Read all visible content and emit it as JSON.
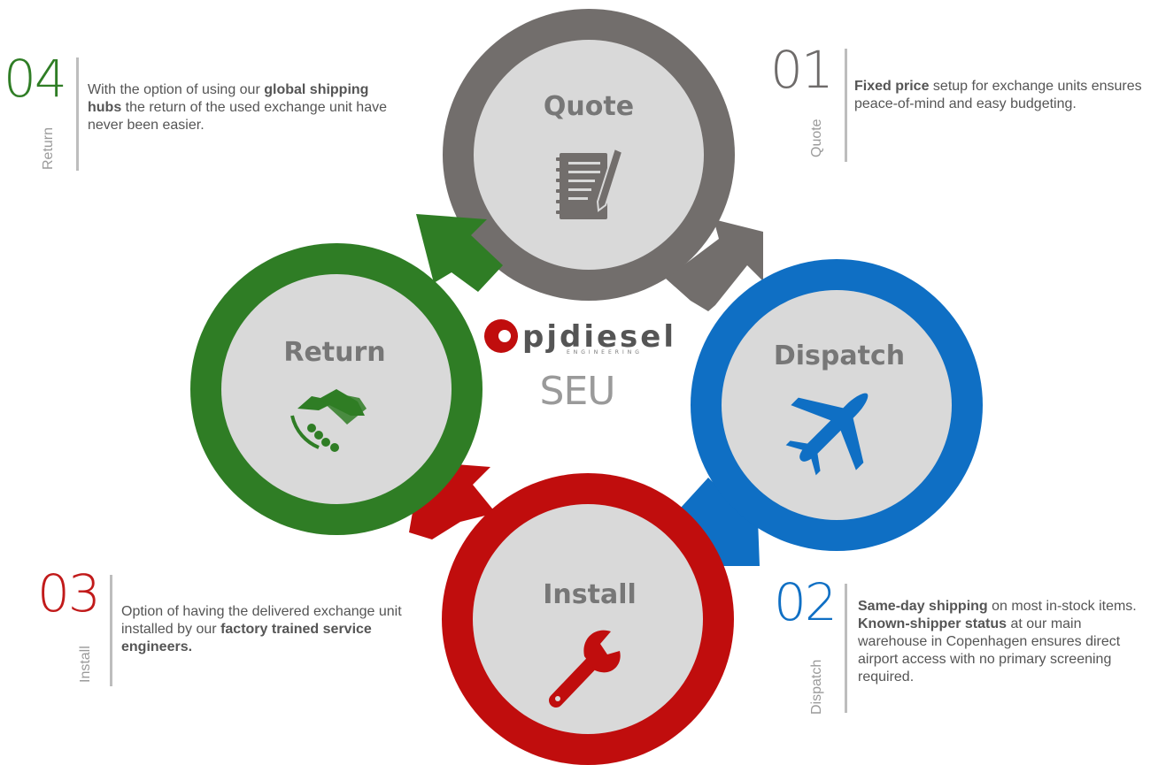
{
  "colors": {
    "quote": "#726e6c",
    "dispatch": "#0f6fc4",
    "install": "#c00d0d",
    "return": "#2f7d25",
    "inner": "#d9d9d9",
    "label": "#777777"
  },
  "brand": {
    "name": "pjdiesel",
    "tagline": "ENGINEERING",
    "center_label": "SEU"
  },
  "circles": {
    "quote": {
      "title": "Quote",
      "icon": "notepad-pen-icon"
    },
    "dispatch": {
      "title": "Dispatch",
      "icon": "airplane-icon"
    },
    "install": {
      "title": "Install",
      "icon": "wrench-icon"
    },
    "return": {
      "title": "Return",
      "icon": "handshake-icon"
    }
  },
  "steps": [
    {
      "number": "01",
      "side_label": "Quote",
      "text": [
        {
          "t": "Fixed price",
          "b": true
        },
        {
          "t": " setup for exchange units ensures peace-of-mind and easy budgeting.",
          "b": false
        }
      ]
    },
    {
      "number": "02",
      "side_label": "Dispatch",
      "text": [
        {
          "t": "Same-day shipping",
          "b": true
        },
        {
          "t": " on most in-stock items. ",
          "b": false
        },
        {
          "t": "Known-shipper status",
          "b": true
        },
        {
          "t": " at our main warehouse in Copenhagen ensures direct airport access with no primary screening required.",
          "b": false
        }
      ]
    },
    {
      "number": "03",
      "side_label": "Install",
      "text": [
        {
          "t": "Option of having the delivered exchange unit installed by our ",
          "b": false
        },
        {
          "t": "factory trained service engineers.",
          "b": true
        }
      ]
    },
    {
      "number": "04",
      "side_label": "Return",
      "text": [
        {
          "t": "With the option of using our ",
          "b": false
        },
        {
          "t": "global shipping hubs",
          "b": true
        },
        {
          "t": " the return of the used exchange unit have never been easier.",
          "b": false
        }
      ]
    }
  ]
}
